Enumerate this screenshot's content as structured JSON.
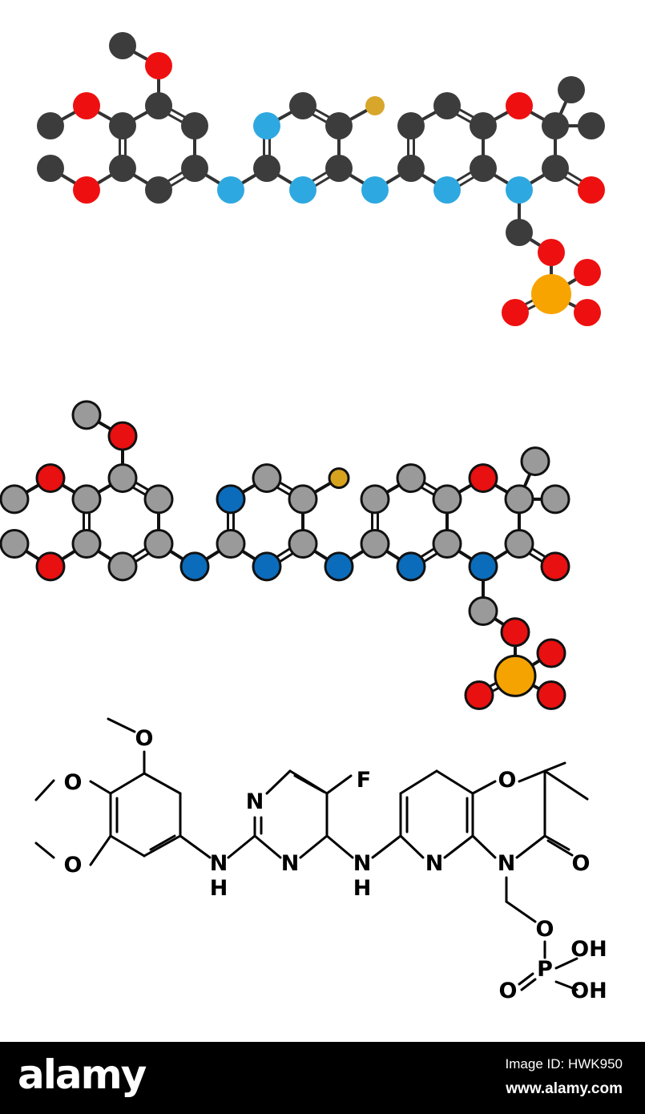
{
  "colors": {
    "background": "#ffffff",
    "footer_background": "#000000",
    "footer_text": "#ffffff",
    "model1": {
      "C": "#3c3c3c",
      "O": "#ee1010",
      "N": "#2ea8e0",
      "F": "#d8a62a",
      "P": "#f7a400",
      "H": "#d8d8d8",
      "bond": "#333333"
    },
    "model2": {
      "C": "#9a9a9a",
      "O": "#e81010",
      "N": "#0b6cbb",
      "F": "#d7a31f",
      "P": "#f4a300",
      "outline": "#111111",
      "bond": "#111111"
    },
    "skeletal": {
      "line": "#000000"
    }
  },
  "skeletal": {
    "labels": {
      "o_methoxy_top": "O",
      "o_methoxy_mid": "O",
      "o_methoxy_bot": "O",
      "n_pyrimidine_top": "N",
      "n_pyrimidine_bot": "N",
      "f": "F",
      "nh_1_n": "N",
      "nh_1_h": "H",
      "nh_2_n": "N",
      "nh_2_h": "H",
      "n_pyridine": "N",
      "o_ring": "O",
      "n_lactam": "N",
      "o_carbonyl": "O",
      "o_linker": "O",
      "p": "P",
      "oh_1": "OH",
      "oh_2": "OH",
      "o_double": "O"
    }
  },
  "footer": {
    "brand": "alamy",
    "image_id": "Image ID: HWK950",
    "site": "www.alamy.com"
  }
}
